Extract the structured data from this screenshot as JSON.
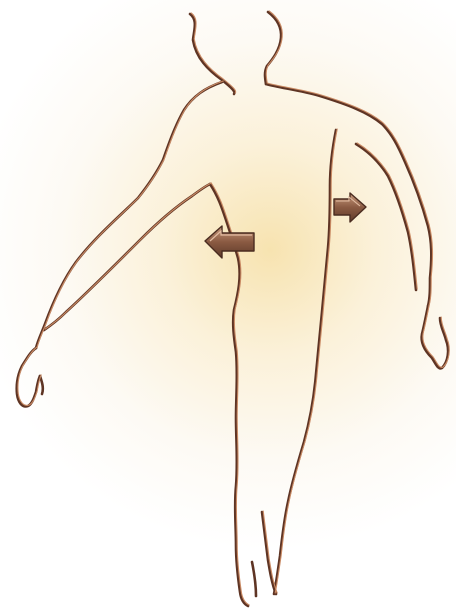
{
  "illustration": {
    "subject": "human-body-outline",
    "outline_color": "#7a4630",
    "outline_highlight_color": "#c98a64",
    "glow_color": "#f8e7b8",
    "arrow_color": "#8a5a42",
    "arrow_highlight_color": "#c89a7c",
    "arrows": [
      {
        "icon": "arrow-left-icon",
        "direction": "left"
      },
      {
        "icon": "arrow-right-icon",
        "direction": "right"
      }
    ]
  }
}
